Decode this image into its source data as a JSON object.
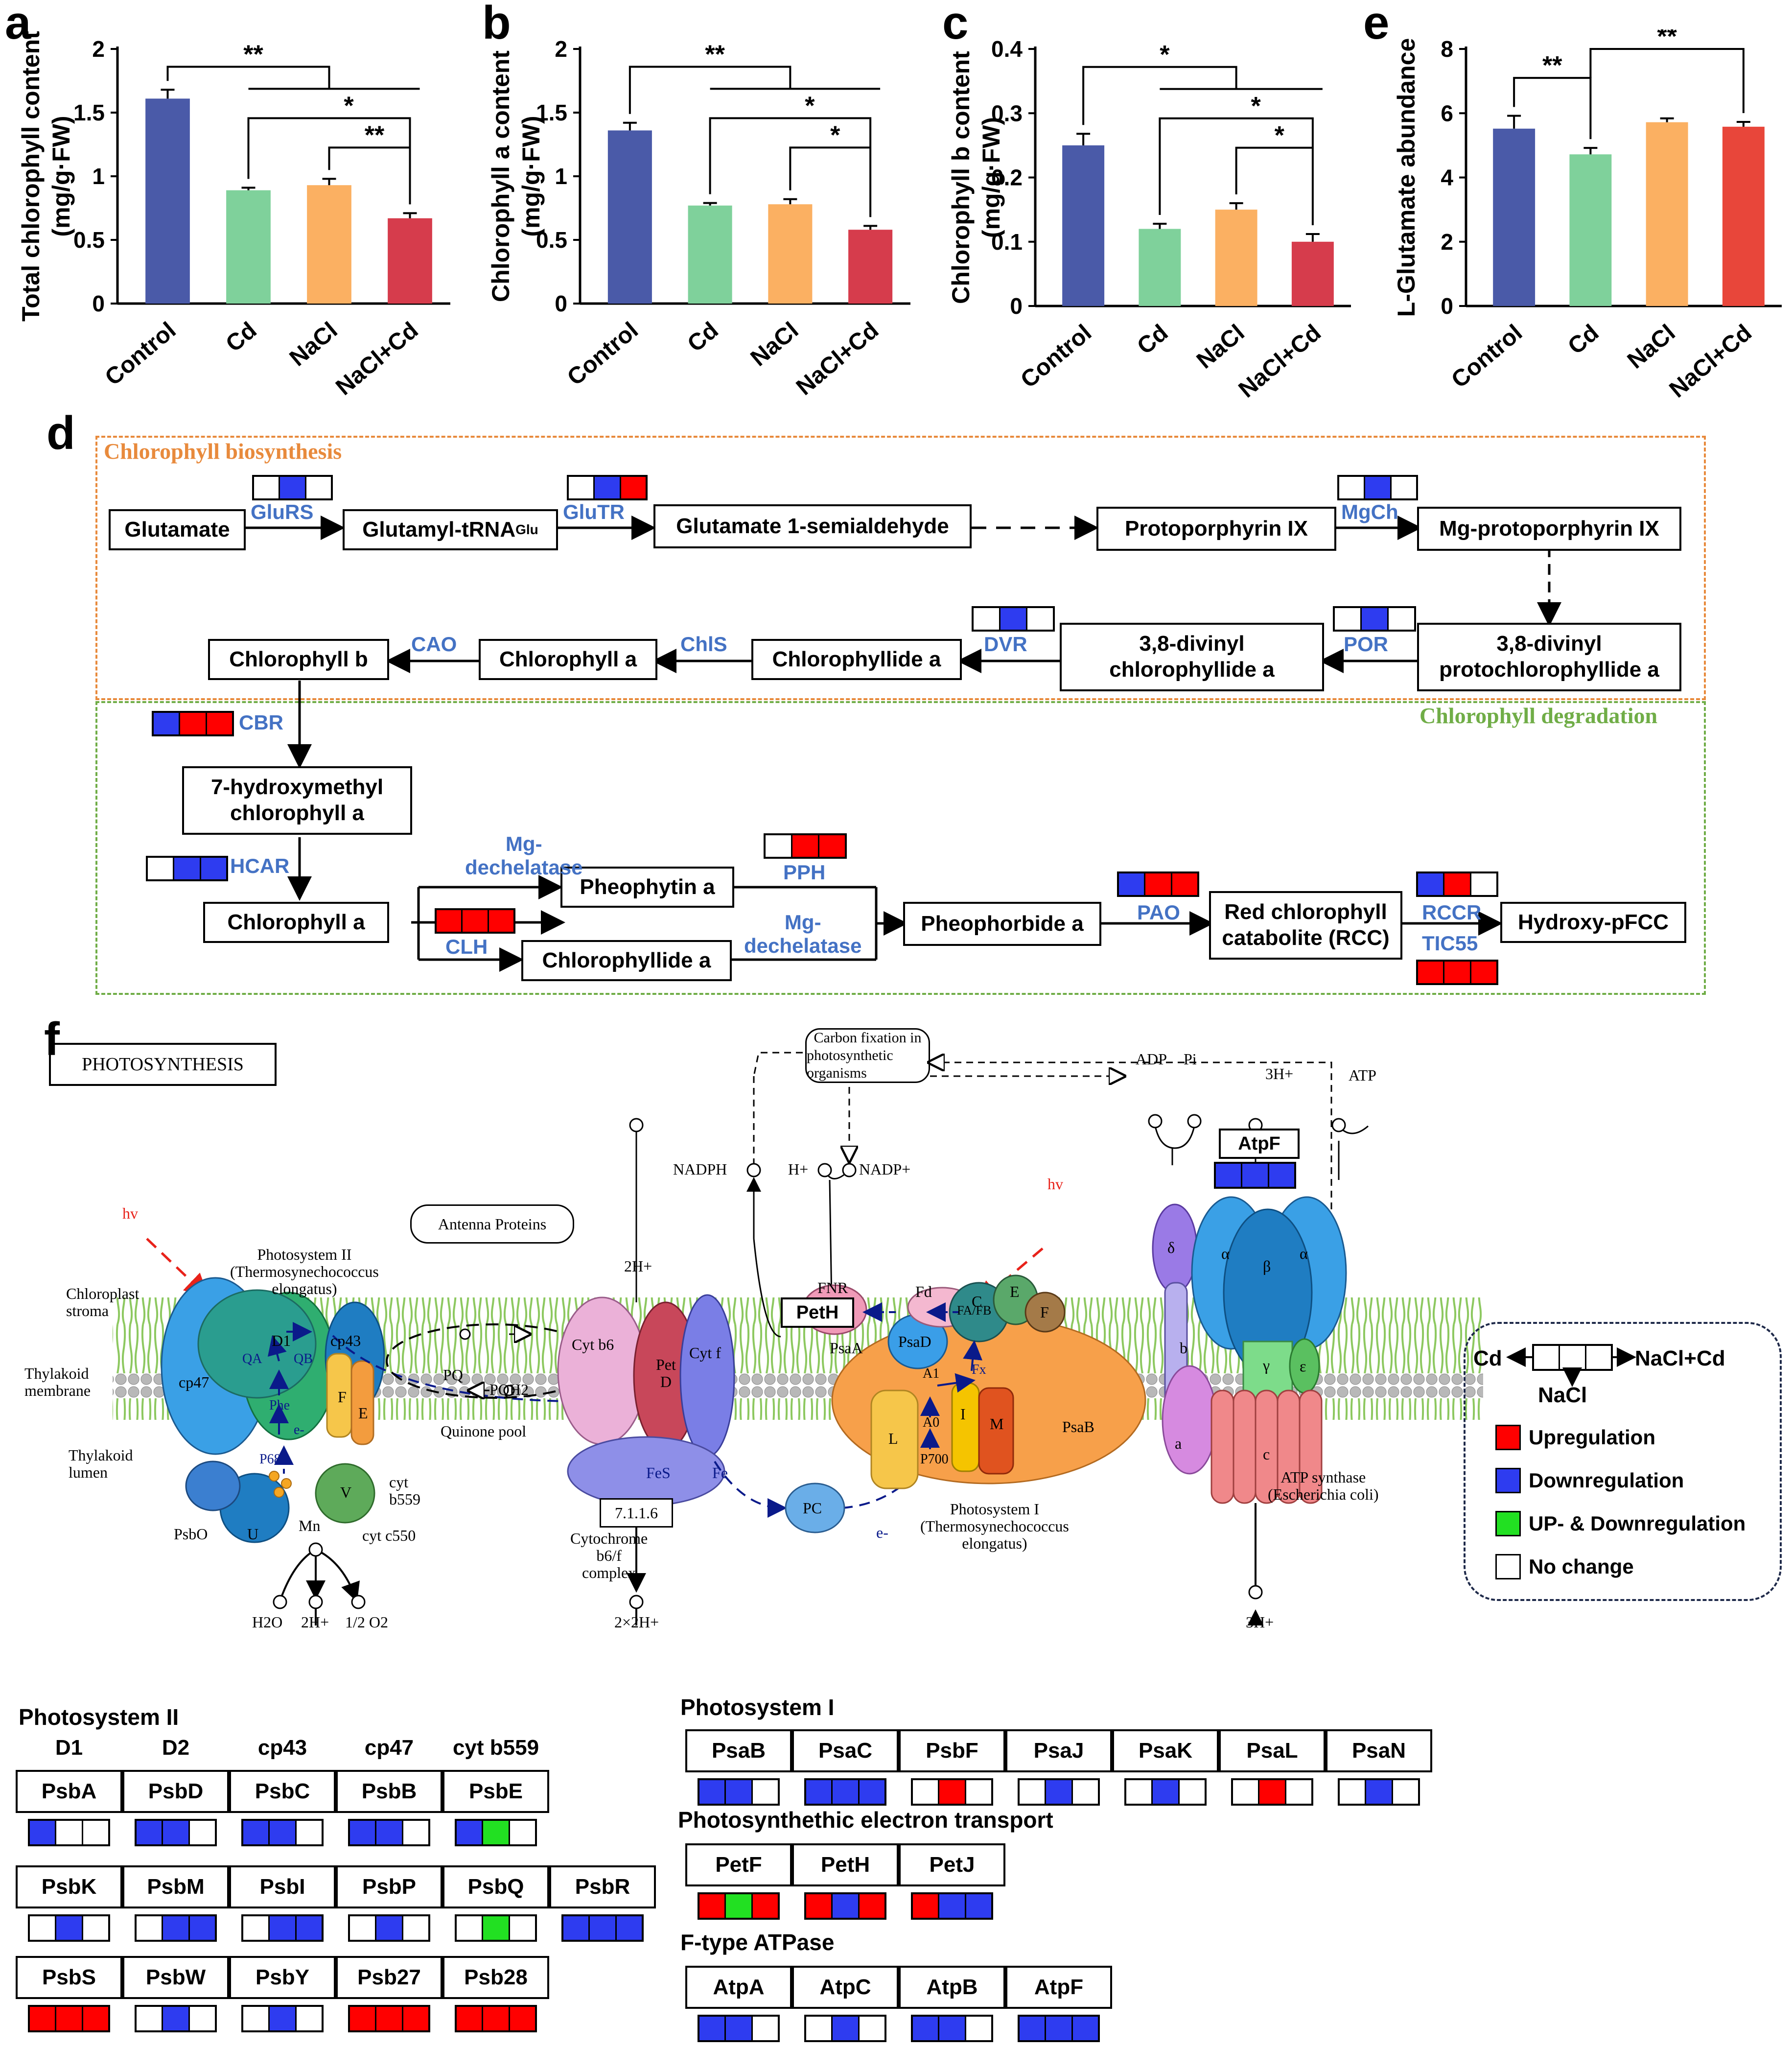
{
  "colors": {
    "up": "#ff0000",
    "down": "#2e3cf0",
    "updown": "#22e022",
    "none": "#ffffff",
    "enzyme": "#4472c4",
    "bio_title": "#e88a3c",
    "deg_title": "#70ad47"
  },
  "panels": {
    "a": "a",
    "b": "b",
    "c": "c",
    "d": "d",
    "e": "e",
    "f": "f"
  },
  "bar_charts": [
    {
      "id": "a",
      "ylabel_lines": [
        "Total chlorophyll content",
        "(mg/g·FW)"
      ],
      "ylim": [
        0,
        2
      ],
      "ticks": [
        "0",
        "0.5",
        "1",
        "1.5",
        "2"
      ],
      "tick_values": [
        0,
        0.5,
        1,
        1.5,
        2
      ],
      "categories": [
        "Control",
        "Cd",
        "NaCl",
        "NaCl+Cd"
      ],
      "values": [
        1.61,
        0.89,
        0.93,
        0.67
      ],
      "errors": [
        0.07,
        0.02,
        0.05,
        0.04
      ],
      "bar_colors": [
        "#4a5aa8",
        "#7fd19b",
        "#fbb062",
        "#d63c4c"
      ],
      "sig": [
        "**",
        "*",
        "**"
      ]
    },
    {
      "id": "b",
      "ylabel_lines": [
        "Chlorophyll a content",
        "(mg/g·FW)"
      ],
      "ylim": [
        0,
        2
      ],
      "ticks": [
        "0",
        "0.5",
        "1",
        "1.5",
        "2"
      ],
      "tick_values": [
        0,
        0.5,
        1,
        1.5,
        2
      ],
      "categories": [
        "Control",
        "Cd",
        "NaCl",
        "NaCl+Cd"
      ],
      "values": [
        1.36,
        0.77,
        0.78,
        0.58
      ],
      "errors": [
        0.06,
        0.02,
        0.04,
        0.03
      ],
      "bar_colors": [
        "#4a5aa8",
        "#7fd19b",
        "#fbb062",
        "#d63c4c"
      ],
      "sig": [
        "**",
        "*",
        "*"
      ]
    },
    {
      "id": "c",
      "ylabel_lines": [
        "Chlorophyll b content",
        "(mg/g·FW)"
      ],
      "ylim": [
        0,
        0.4
      ],
      "ticks": [
        "0",
        "0.1",
        "0.2",
        "0.3",
        "0.4"
      ],
      "tick_values": [
        0,
        0.1,
        0.2,
        0.3,
        0.4
      ],
      "categories": [
        "Control",
        "Cd",
        "NaCl",
        "NaCl+Cd"
      ],
      "values": [
        0.25,
        0.12,
        0.15,
        0.1
      ],
      "errors": [
        0.018,
        0.008,
        0.01,
        0.012
      ],
      "bar_colors": [
        "#4a5aa8",
        "#7fd19b",
        "#fbb062",
        "#d63c4c"
      ],
      "sig": [
        "*",
        "*",
        "*"
      ]
    },
    {
      "id": "e",
      "ylabel_lines": [
        "L-Glutamate abundance"
      ],
      "ylim": [
        0,
        8
      ],
      "ticks": [
        "0",
        "2",
        "4",
        "6",
        "8"
      ],
      "tick_values": [
        0,
        2,
        4,
        6,
        8
      ],
      "categories": [
        "Control",
        "Cd",
        "NaCl",
        "NaCl+Cd"
      ],
      "values": [
        5.52,
        4.72,
        5.72,
        5.58
      ],
      "errors": [
        0.4,
        0.2,
        0.12,
        0.15
      ],
      "bar_colors": [
        "#4a5aa8",
        "#7fd19b",
        "#fbb062",
        "#e8463a"
      ],
      "sig": [
        "**",
        "**"
      ]
    }
  ],
  "pathway": {
    "bio_title": "Chlorophyll biosynthesis",
    "deg_title": "Chlorophyll degradation",
    "nodes": {
      "glutamate": "Glutamate",
      "glutamyl": "Glutamyl-tRNA",
      "glutamyl_sup": "Glu",
      "gsa": "Glutamate 1-semialdehyde",
      "proto": "Protoporphyrin IX",
      "mgproto": "Mg-protoporphyrin IX",
      "pchlide_l1": "3,8-divinyl",
      "pchlide_l2": "protochlorophyllide a",
      "dvchlide_l1": "3,8-divinyl",
      "dvchlide_l2": "chlorophyllide a",
      "chlide": "Chlorophyllide a",
      "chla": "Chlorophyll a",
      "chlb": "Chlorophyll b",
      "hmchl_l1": "7-hydroxymethyl",
      "hmchl_l2": "chlorophyll a",
      "chla2": "Chlorophyll a",
      "pheo": "Pheophytin a",
      "chlide2": "Chlorophyllide a",
      "pheide": "Pheophorbide a",
      "rcc_l1": "Red chlorophyll",
      "rcc_l2": "catabolite (RCC)",
      "pfcc": "Hydroxy-pFCC"
    },
    "enzymes": {
      "glurs": "GluRS",
      "glutr": "GluTR",
      "mgch": "MgCh",
      "por": "POR",
      "dvr": "DVR",
      "chls": "ChlS",
      "cao": "CAO",
      "cbr": "CBR",
      "hcar": "HCAR",
      "mgdech1_l1": "Mg-",
      "mgdech1_l2": "dechelatase",
      "mgdech2_l1": "Mg-",
      "mgdech2_l2": "dechelatase",
      "pph": "PPH",
      "clh": "CLH",
      "pao": "PAO",
      "rccr": "RCCR",
      "tic55": "TIC55"
    },
    "heatmaps": {
      "glurs": [
        "none",
        "down",
        "none"
      ],
      "glutr": [
        "none",
        "down",
        "up"
      ],
      "mgch": [
        "none",
        "down",
        "none"
      ],
      "por": [
        "none",
        "down",
        "none"
      ],
      "dvr": [
        "none",
        "down",
        "none"
      ],
      "cbr": [
        "down",
        "up",
        "up"
      ],
      "hcar": [
        "none",
        "down",
        "down"
      ],
      "pph": [
        "none",
        "up",
        "up"
      ],
      "clh": [
        "up",
        "up",
        "up"
      ],
      "pao": [
        "down",
        "up",
        "up"
      ],
      "rccr": [
        "down",
        "up",
        "none"
      ],
      "tic55": [
        "up",
        "up",
        "up"
      ]
    }
  },
  "photosynthesis": {
    "title": "PHOTOSYNTHESIS",
    "labels": {
      "carbon_l1": "Carbon fixation in",
      "carbon_l2": "photosynthetic organisms",
      "adp": "ADP",
      "pi": "Pi",
      "h3_top": "3H+",
      "atp": "ATP",
      "nadph": "NADPH",
      "hplus": "H+",
      "nadp": "NADP+",
      "hv1": "hv",
      "hv2": "hv",
      "antenna": "Antenna Proteins",
      "ps2_l1": "Photosystem II",
      "ps2_l2": "(Thermosynechococcus",
      "ps2_l3": "elongatus)",
      "stroma_l1": "Chloroplast",
      "stroma_l2": "stroma",
      "membrane_l1": "Thylakoid",
      "membrane_l2": "membrane",
      "lumen_l1": "Thylakoid",
      "lumen_l2": "lumen",
      "h2_top": "2H+",
      "cytb6": "Cyt b6",
      "pet_d_l1": "Pet",
      "pet_d_l2": "D",
      "cytf": "Cyt f",
      "fes": "FeS",
      "fe": "Fe",
      "ec": "7.1.1.6",
      "cyto_l1": "Cytochrome",
      "cyto_l2": "b6/f",
      "cyto_l3": "complex",
      "pc": "PC",
      "eminus": "e-",
      "fnr": "FNR",
      "peth": "PetH",
      "fd": "Fd",
      "psad": "PsaD",
      "psaa": "PsaA",
      "psab": "PsaB",
      "faf": "FA/FB",
      "fx": "Fx",
      "a1": "A1",
      "a0": "A0",
      "p700": "P700",
      "l": "L",
      "i": "I",
      "m": "M",
      "c": "C",
      "e": "E",
      "f": "F",
      "ps1_l1": "Photosystem I",
      "ps1_l2": "(Thermosynechococcus",
      "ps1_l3": "elongatus)",
      "delta": "δ",
      "alpha": "α",
      "beta": "β",
      "alpha2": "α",
      "b": "b",
      "gamma": "γ",
      "epsilon": "ε",
      "a": "a",
      "csub": "c",
      "atpf": "AtpF",
      "atpsyn_l1": "ATP synthase",
      "atpsyn_l2": "(Escherichia coli)",
      "h3_bottom": "3H+",
      "pq": "PQ",
      "pqh2": "PQH2",
      "qpool": "Quinone pool",
      "d1": "D1",
      "cp43": "cp43",
      "cp47": "cp47",
      "qa": "QA",
      "qb": "QB",
      "phe": "Phe",
      "p680": "P680",
      "eps": "e-",
      "fps": "F",
      "eps2": "E",
      "cytb559_l1": "cyt",
      "cytb559_l2": "b559",
      "v": "V",
      "cytc550": "cyt c550",
      "u": "U",
      "psbo": "PsbO",
      "mn": "Mn",
      "h2o": "H2O",
      "h2plus": "2H+",
      "o2": "1/2 O2",
      "h22": "2×2H+"
    },
    "atpf_heatmap": [
      "down",
      "down",
      "down"
    ]
  },
  "legend": {
    "cd": "Cd",
    "nacl": "NaCl",
    "naclcd": "NaCl+Cd",
    "items": [
      {
        "label": "Upregulation",
        "color": "up"
      },
      {
        "label": "Downregulation",
        "color": "down"
      },
      {
        "label": "UP- & Downregulation",
        "color": "updown"
      },
      {
        "label": "No change",
        "color": "none"
      }
    ]
  },
  "gene_groups": {
    "ps2_title": "Photosystem II",
    "ps2_heads": [
      "D1",
      "D2",
      "cp43",
      "cp47",
      "cyt b559"
    ],
    "ps2_rows": [
      [
        {
          "name": "PsbA",
          "hm": [
            "down",
            "none",
            "none"
          ]
        },
        {
          "name": "PsbD",
          "hm": [
            "down",
            "down",
            "none"
          ]
        },
        {
          "name": "PsbC",
          "hm": [
            "down",
            "down",
            "none"
          ]
        },
        {
          "name": "PsbB",
          "hm": [
            "down",
            "down",
            "none"
          ]
        },
        {
          "name": "PsbE",
          "hm": [
            "down",
            "updown",
            "none"
          ]
        }
      ],
      [
        {
          "name": "PsbK",
          "hm": [
            "none",
            "down",
            "none"
          ]
        },
        {
          "name": "PsbM",
          "hm": [
            "none",
            "down",
            "down"
          ]
        },
        {
          "name": "PsbI",
          "hm": [
            "none",
            "down",
            "down"
          ]
        },
        {
          "name": "PsbP",
          "hm": [
            "none",
            "down",
            "none"
          ]
        },
        {
          "name": "PsbQ",
          "hm": [
            "none",
            "updown",
            "none"
          ]
        },
        {
          "name": "PsbR",
          "hm": [
            "down",
            "down",
            "down"
          ]
        }
      ],
      [
        {
          "name": "PsbS",
          "hm": [
            "up",
            "up",
            "up"
          ]
        },
        {
          "name": "PsbW",
          "hm": [
            "none",
            "down",
            "none"
          ]
        },
        {
          "name": "PsbY",
          "hm": [
            "none",
            "down",
            "none"
          ]
        },
        {
          "name": "Psb27",
          "hm": [
            "up",
            "up",
            "up"
          ]
        },
        {
          "name": "Psb28",
          "hm": [
            "up",
            "up",
            "up"
          ]
        }
      ]
    ],
    "ps1_title": "Photosystem I",
    "ps1": [
      {
        "name": "PsaB",
        "hm": [
          "down",
          "down",
          "none"
        ]
      },
      {
        "name": "PsaC",
        "hm": [
          "down",
          "down",
          "down"
        ]
      },
      {
        "name": "PsbF",
        "hm": [
          "none",
          "up",
          "none"
        ]
      },
      {
        "name": "PsaJ",
        "hm": [
          "none",
          "down",
          "none"
        ]
      },
      {
        "name": "PsaK",
        "hm": [
          "none",
          "down",
          "none"
        ]
      },
      {
        "name": "PsaL",
        "hm": [
          "none",
          "up",
          "none"
        ]
      },
      {
        "name": "PsaN",
        "hm": [
          "none",
          "down",
          "none"
        ]
      }
    ],
    "pet_title": "Photosynthethic electron transport",
    "pet": [
      {
        "name": "PetF",
        "hm": [
          "up",
          "updown",
          "up"
        ]
      },
      {
        "name": "PetH",
        "hm": [
          "up",
          "down",
          "up"
        ]
      },
      {
        "name": "PetJ",
        "hm": [
          "up",
          "down",
          "down"
        ]
      }
    ],
    "atp_title": "F-type ATPase",
    "atp": [
      {
        "name": "AtpA",
        "hm": [
          "down",
          "down",
          "none"
        ]
      },
      {
        "name": "AtpC",
        "hm": [
          "none",
          "down",
          "none"
        ]
      },
      {
        "name": "AtpB",
        "hm": [
          "down",
          "down",
          "none"
        ]
      },
      {
        "name": "AtpF",
        "hm": [
          "down",
          "down",
          "down"
        ]
      }
    ]
  }
}
